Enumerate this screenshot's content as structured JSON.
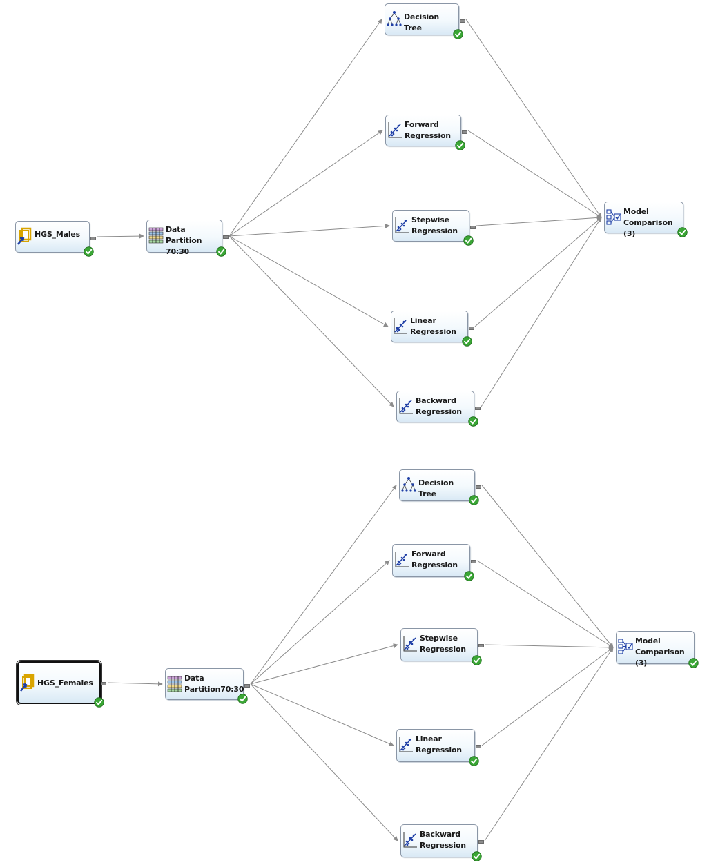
{
  "flows": [
    {
      "name": "males",
      "nodes": [
        {
          "id": "m-hgs",
          "label": "HGS_Males",
          "icon": "data-source-icon"
        },
        {
          "id": "m-part",
          "label": "Data Partition\n70:30",
          "icon": "data-partition-icon"
        },
        {
          "id": "m-tree",
          "label": "Decision Tree",
          "icon": "decision-tree-icon"
        },
        {
          "id": "m-fwd",
          "label": "Forward\nRegression",
          "icon": "regression-icon"
        },
        {
          "id": "m-step",
          "label": "Stepwise\nRegression",
          "icon": "regression-icon"
        },
        {
          "id": "m-lin",
          "label": "Linear\nRegression",
          "icon": "regression-icon"
        },
        {
          "id": "m-back",
          "label": "Backward\nRegression",
          "icon": "regression-icon"
        },
        {
          "id": "m-comp",
          "label": "Model\nComparison (3)",
          "icon": "model-comparison-icon"
        }
      ]
    },
    {
      "name": "females",
      "nodes": [
        {
          "id": "f-hgs",
          "label": "HGS_Females",
          "icon": "data-source-icon"
        },
        {
          "id": "f-part",
          "label": "Data\nPartition70:30",
          "icon": "data-partition-icon"
        },
        {
          "id": "f-tree",
          "label": "Decision Tree",
          "icon": "decision-tree-icon"
        },
        {
          "id": "f-fwd",
          "label": "Forward\nRegression",
          "icon": "regression-icon"
        },
        {
          "id": "f-step",
          "label": "Stepwise\nRegression",
          "icon": "regression-icon"
        },
        {
          "id": "f-lin",
          "label": "Linear\nRegression",
          "icon": "regression-icon"
        },
        {
          "id": "f-back",
          "label": "Backward\nRegression",
          "icon": "regression-icon"
        },
        {
          "id": "f-comp",
          "label": "Model\nComparison (3)",
          "icon": "model-comparison-icon"
        }
      ]
    }
  ],
  "edges": [
    [
      "m-hgs",
      "m-part"
    ],
    [
      "m-part",
      "m-tree"
    ],
    [
      "m-part",
      "m-fwd"
    ],
    [
      "m-part",
      "m-step"
    ],
    [
      "m-part",
      "m-lin"
    ],
    [
      "m-part",
      "m-back"
    ],
    [
      "m-tree",
      "m-comp"
    ],
    [
      "m-fwd",
      "m-comp"
    ],
    [
      "m-step",
      "m-comp"
    ],
    [
      "m-lin",
      "m-comp"
    ],
    [
      "m-back",
      "m-comp"
    ],
    [
      "f-hgs",
      "f-part"
    ],
    [
      "f-part",
      "f-tree"
    ],
    [
      "f-part",
      "f-fwd"
    ],
    [
      "f-part",
      "f-step"
    ],
    [
      "f-part",
      "f-lin"
    ],
    [
      "f-part",
      "f-back"
    ],
    [
      "f-tree",
      "f-comp"
    ],
    [
      "f-fwd",
      "f-comp"
    ],
    [
      "f-step",
      "f-comp"
    ],
    [
      "f-lin",
      "f-comp"
    ],
    [
      "f-back",
      "f-comp"
    ]
  ],
  "status": "completed",
  "selected_node": "f-hgs",
  "colors": {
    "check_fill": "#3aa635",
    "edge": "#8c8c8c",
    "icon_blue": "#1f3fa6",
    "icon_gold": "#d9a400"
  }
}
